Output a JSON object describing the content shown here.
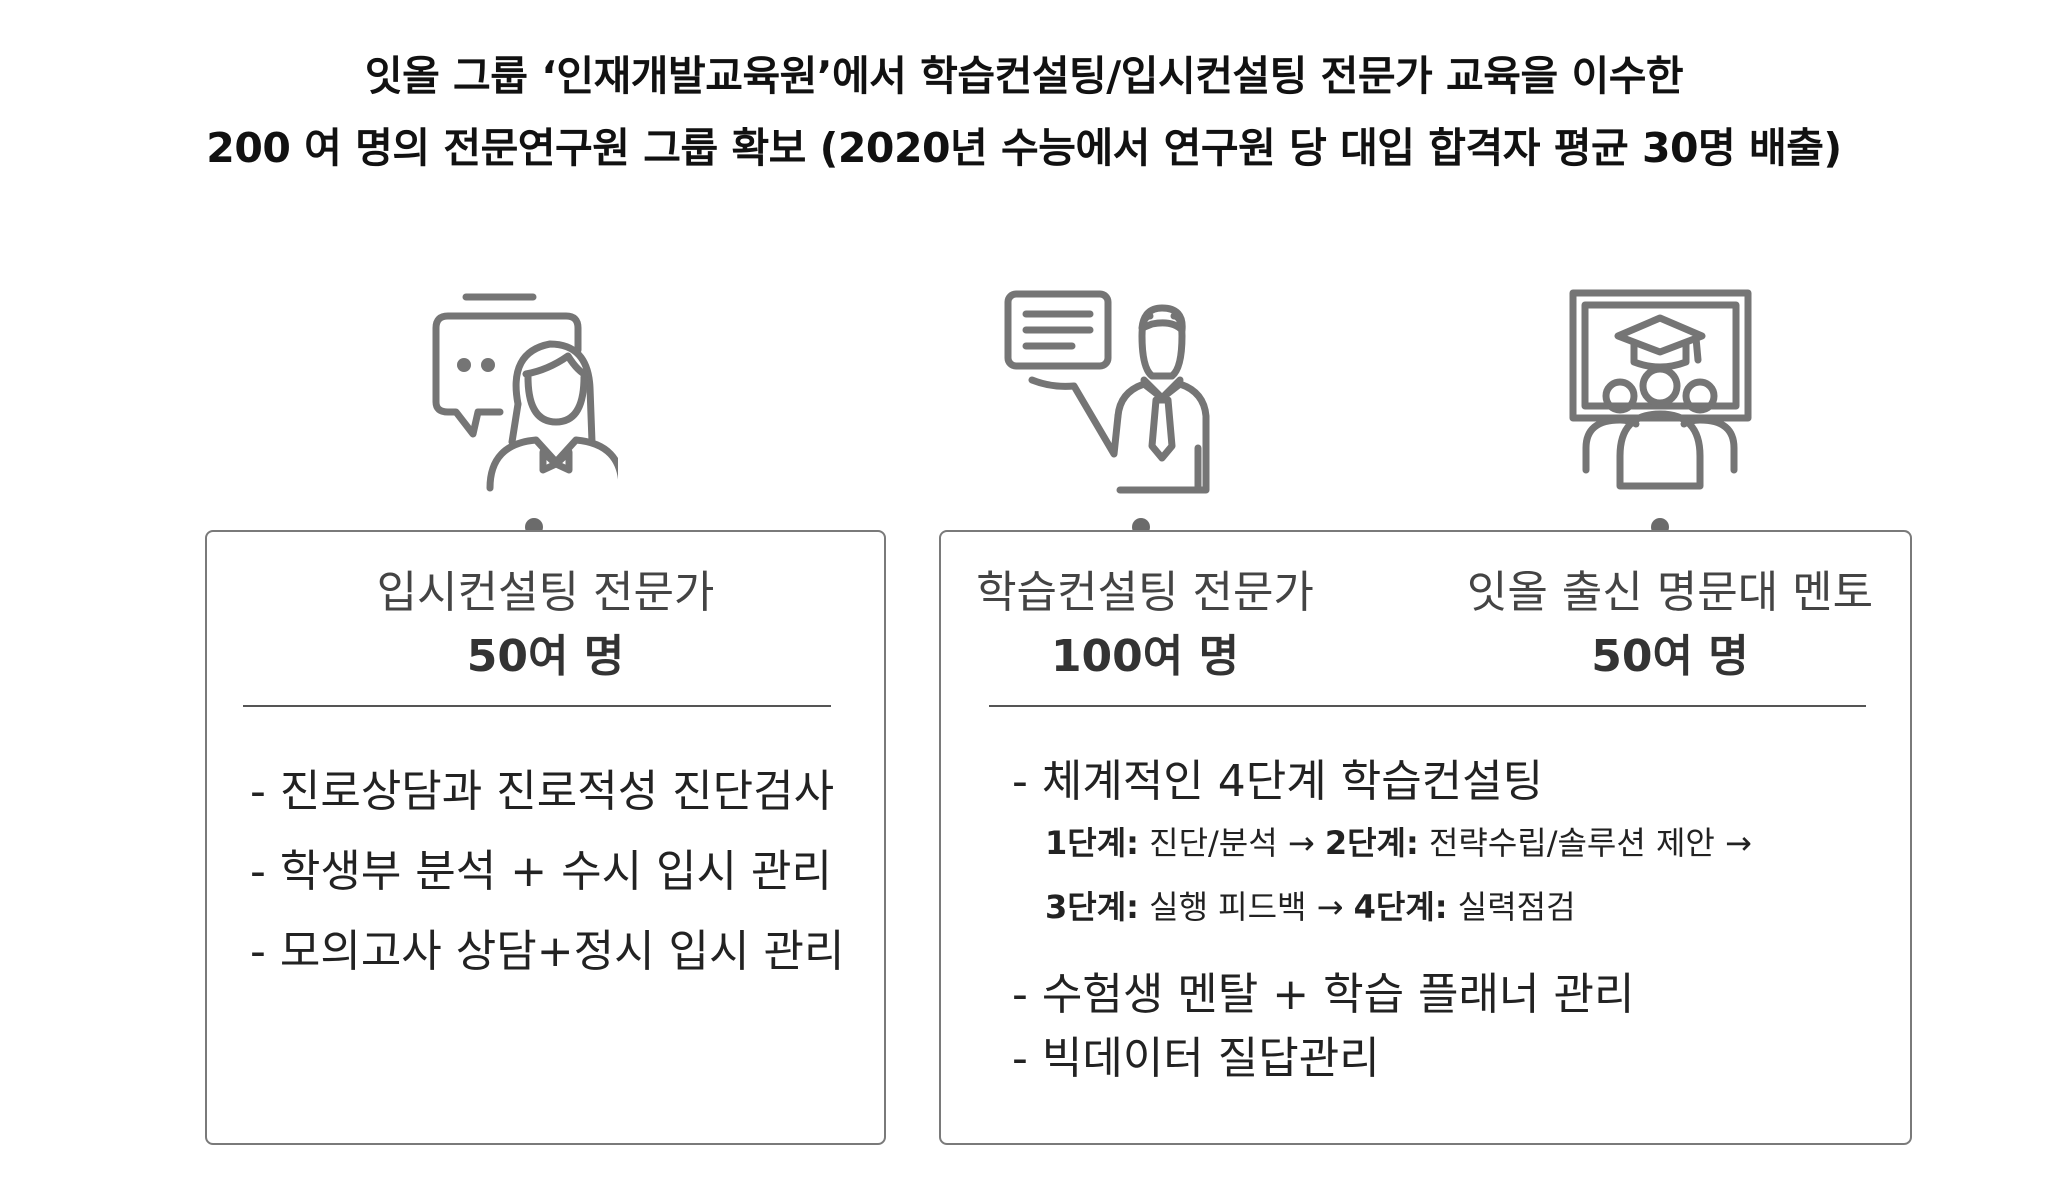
{
  "header": {
    "line1": "잇올 그룹 ‘인재개발교육원’에서 학습컨설팅/입시컨설팅 전문가 교육을 이수한",
    "line2": "200 여 명의 전문연구원 그룹 확보 (2020년 수능에서 연구원 당 대입 합격자 평균 30명 배출)"
  },
  "colors": {
    "icon": "#757575",
    "border": "#7a7a7a",
    "text": "#111111"
  },
  "icons": [
    "female-consultant-chat-icon",
    "male-presenter-icon",
    "graduation-mentor-group-icon"
  ],
  "col1": {
    "role": "입시컨설팅 전문가",
    "count": "50여 명",
    "items": [
      "- 진로상담과 진로적성 진단검사",
      "- 학생부 분석 + 수시 입시 관리",
      "- 모의고사 상담+정시 입시 관리"
    ]
  },
  "col2": {
    "role": "학습컨설팅 전문가",
    "count": "100여 명",
    "item1": "- 체계적인 4단계 학습컨설팅",
    "step1_label": "1단계:",
    "step1_text": " 진단/분석 → ",
    "step2_label": "2단계:",
    "step2_text": " 전략수립/솔루션 제안 →",
    "step3_label": "3단계:",
    "step3_text": " 실행 피드백 → ",
    "step4_label": "4단계:",
    "step4_text": " 실력점검",
    "item2": "- 수험생 멘탈 + 학습 플래너 관리",
    "item3": "- 빅데이터 질답관리"
  },
  "col3": {
    "role": "잇올 출신  명문대 멘토",
    "count": "50여 명"
  }
}
